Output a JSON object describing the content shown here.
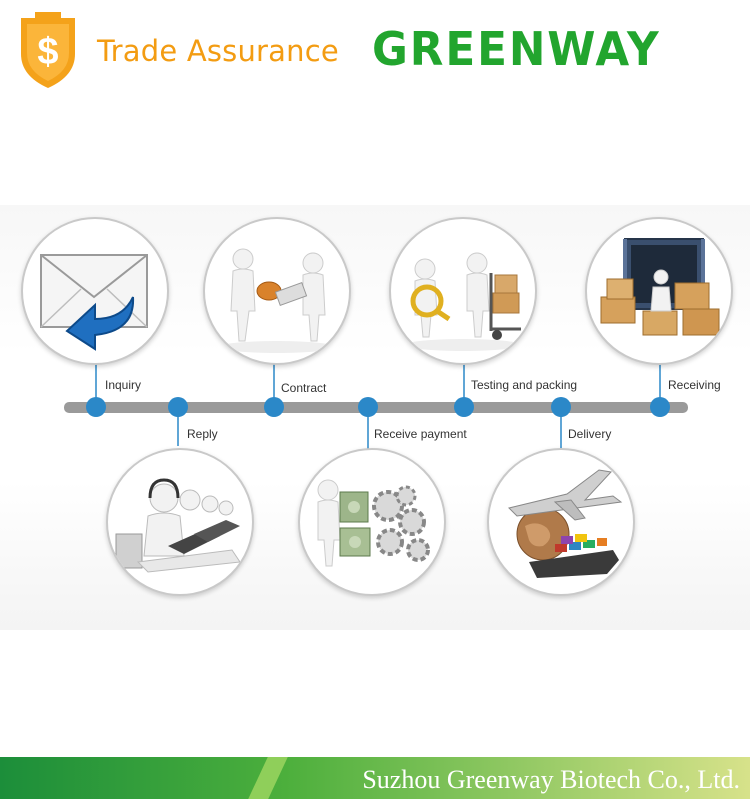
{
  "header": {
    "trade_assurance": "Trade Assurance",
    "shield_symbol": "$",
    "brand": "GREENWAY"
  },
  "steps": [
    {
      "label": "Inquiry",
      "icon": "envelope-reply-icon"
    },
    {
      "label": "Reply",
      "icon": "customer-service-icon"
    },
    {
      "label": "Contract",
      "icon": "handshake-contract-icon"
    },
    {
      "label": "Receive payment",
      "icon": "money-gears-icon"
    },
    {
      "label": "Testing and packing",
      "icon": "inspection-cart-icon"
    },
    {
      "label": "Delivery",
      "icon": "plane-globe-ship-icon"
    },
    {
      "label": "Receiving",
      "icon": "container-boxes-icon"
    }
  ],
  "footer": {
    "company": "Suzhou Greenway Biotech Co., Ltd."
  },
  "colors": {
    "brand_green": "#22a52e",
    "shield_orange": "#f39c12",
    "timeline_gray": "#9a9a9a",
    "node_blue": "#2b88c8"
  }
}
